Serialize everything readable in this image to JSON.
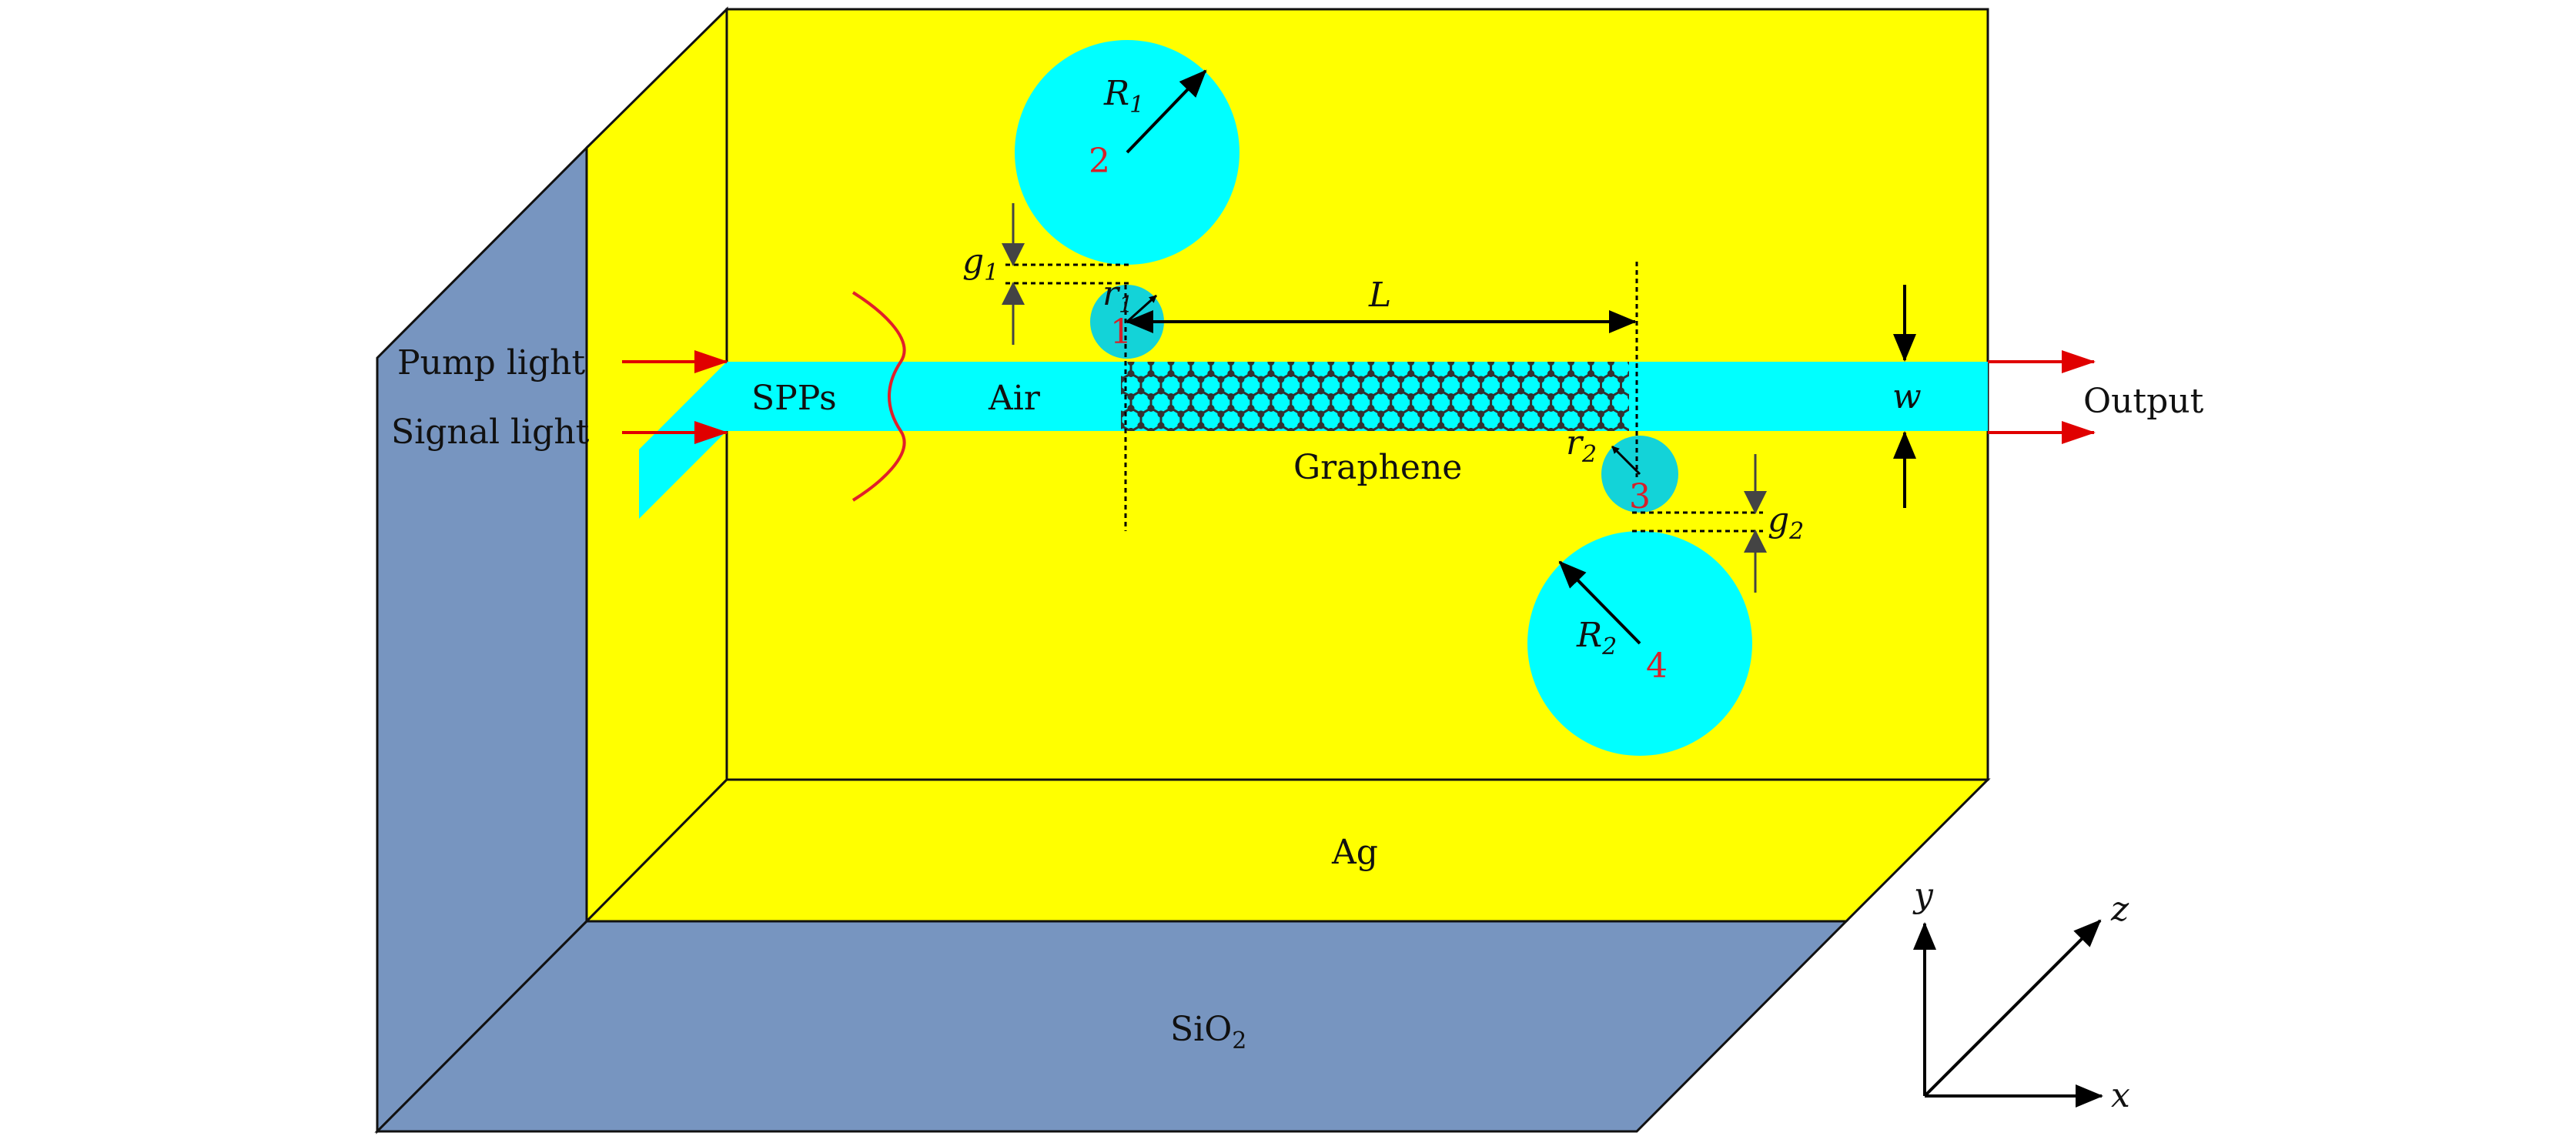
{
  "colors": {
    "silver_layer": "#ffff00",
    "substrate": "#7795c0",
    "waveguide": "#00ffff",
    "pump_arrow": "#e00000",
    "index_number": "#d6202a",
    "dimension_arrow": "#000000",
    "graphene_atom": "#333333"
  },
  "labels": {
    "pump_light": "Pump light",
    "signal_light": "Signal light",
    "output": "Output",
    "spps": "SPPs",
    "air": "Air",
    "graphene": "Graphene",
    "ag": "Ag",
    "sio2_base": "SiO",
    "sio2_sub": "2"
  },
  "dimensions": {
    "R1_base": "R",
    "R1_sub": "1",
    "R2_base": "R",
    "R2_sub": "2",
    "r1_base": "r",
    "r1_sub": "1",
    "r2_base": "r",
    "r2_sub": "2",
    "g1_base": "g",
    "g1_sub": "1",
    "g2_base": "g",
    "g2_sub": "2",
    "L": "L",
    "w": "w"
  },
  "resonator_numbers": [
    "1",
    "2",
    "3",
    "4"
  ],
  "axes": {
    "x": "x",
    "y": "y",
    "z": "z"
  }
}
